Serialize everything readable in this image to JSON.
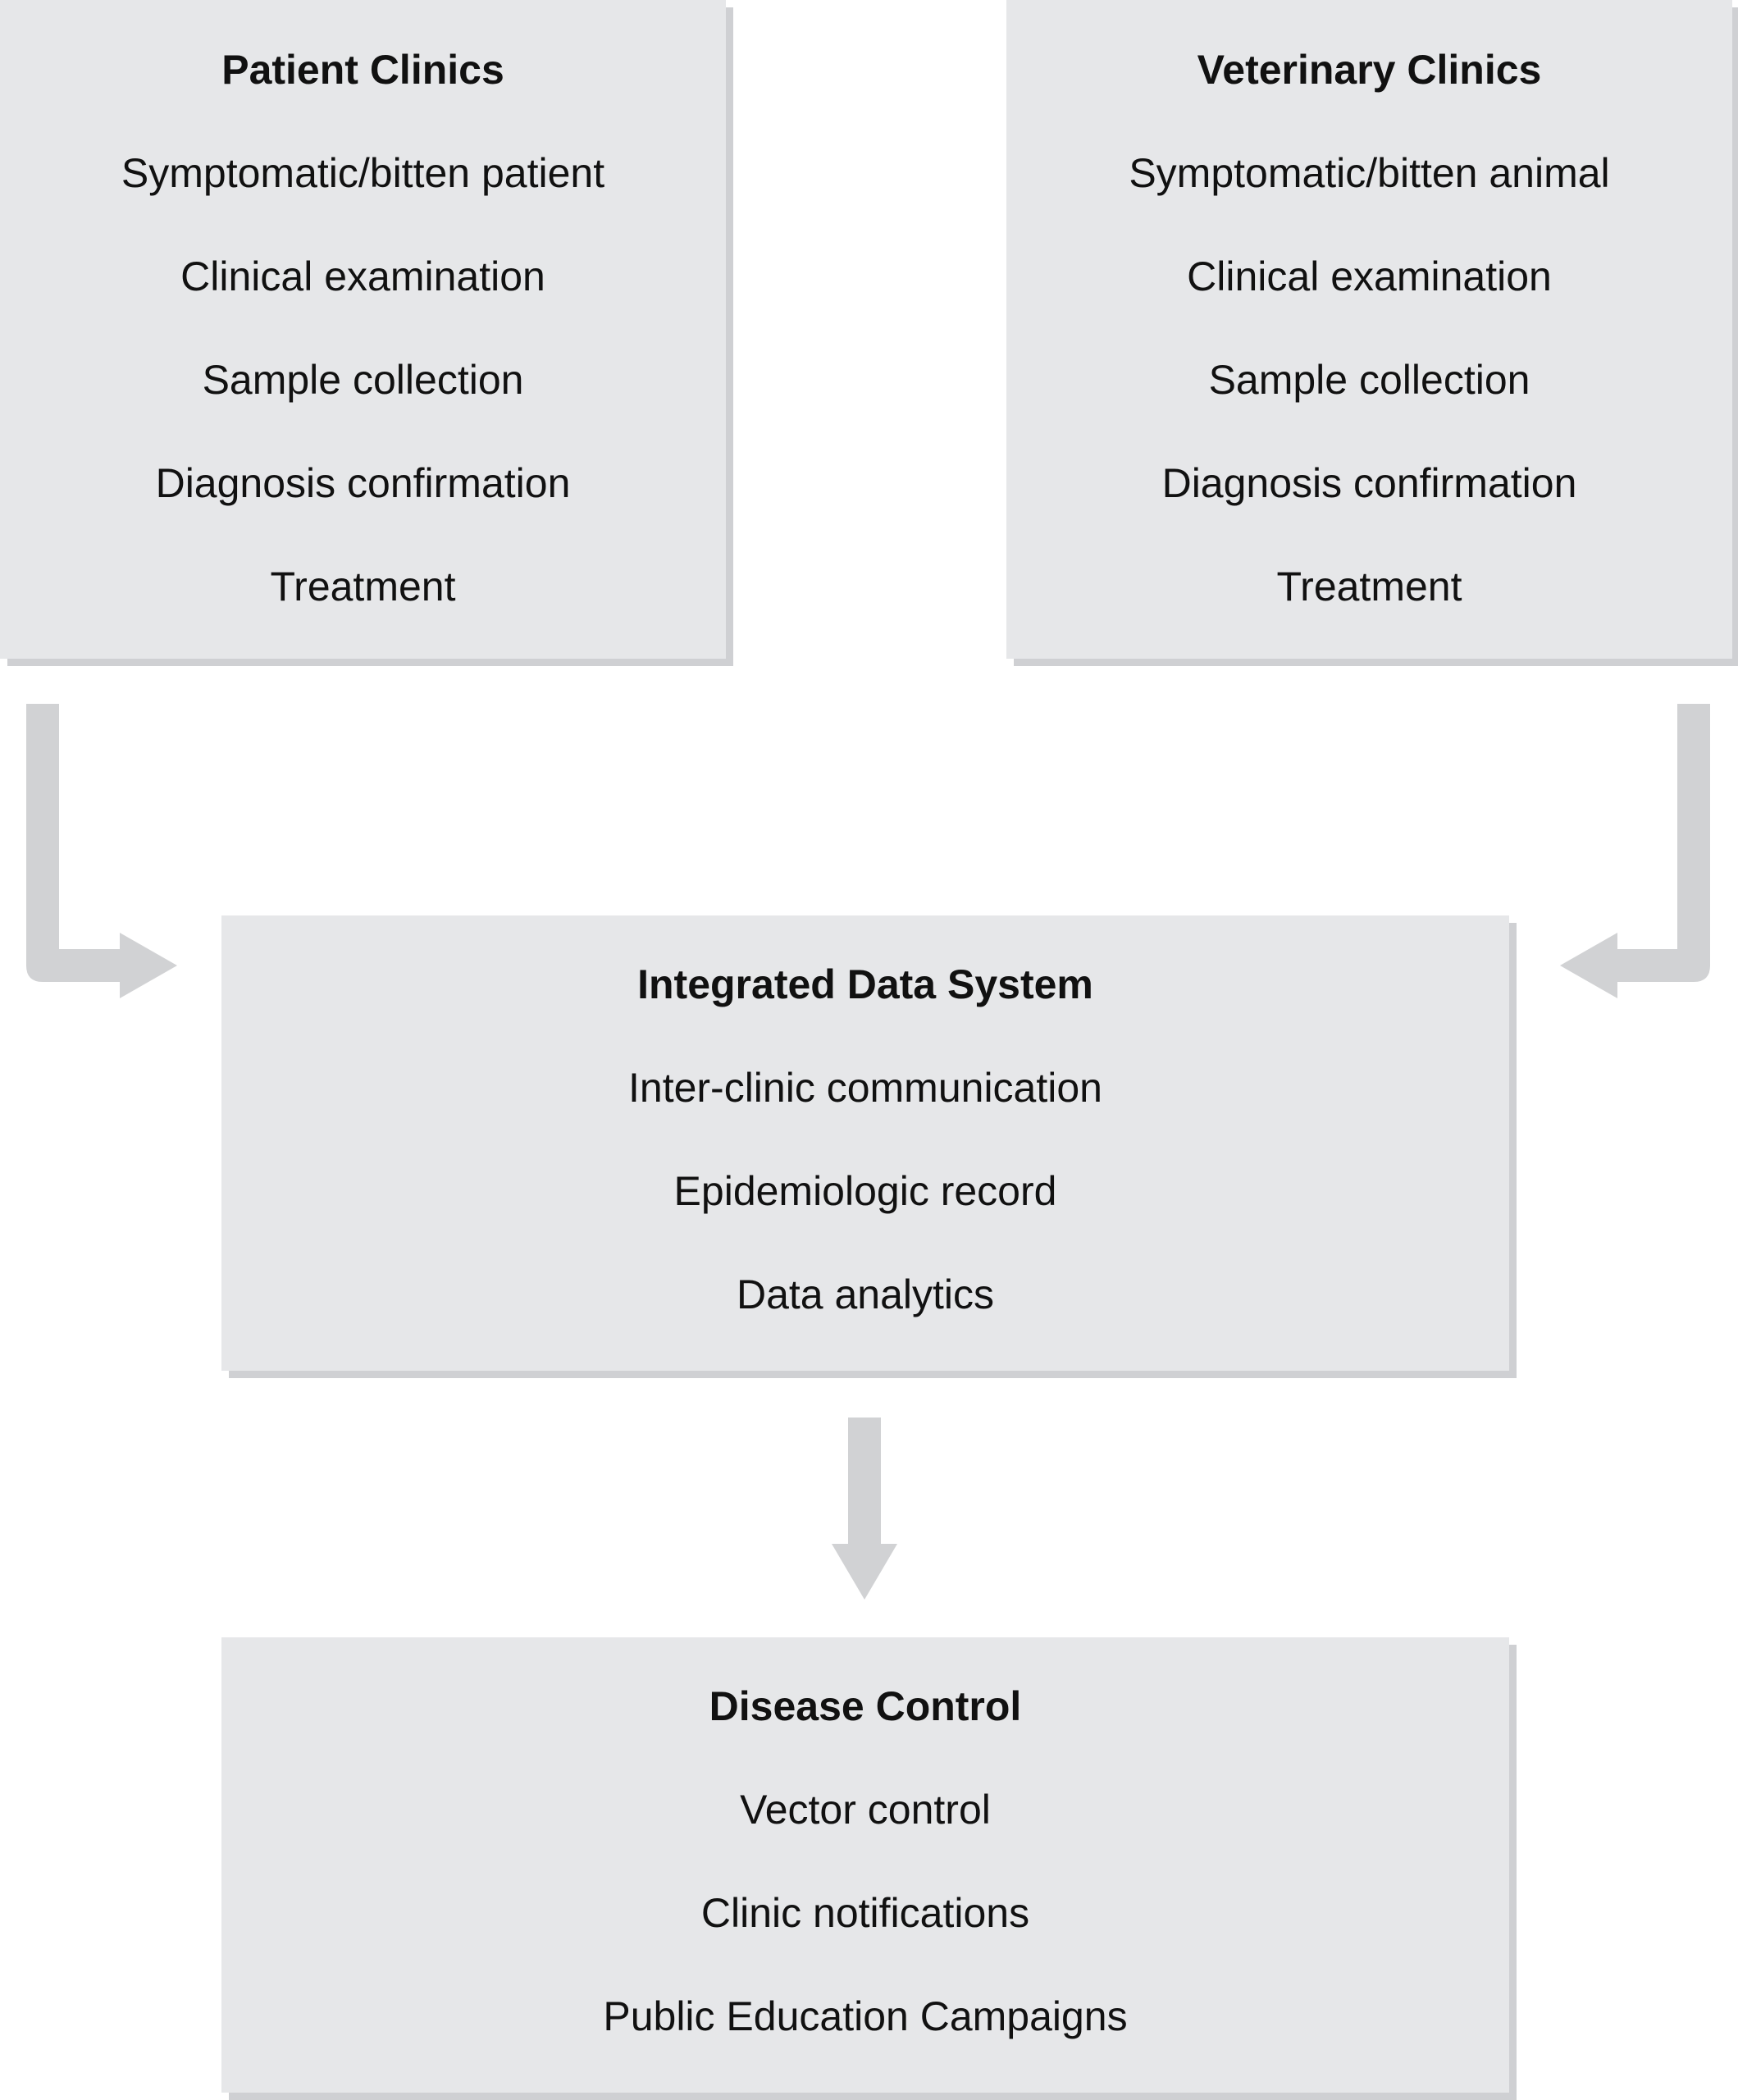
{
  "patient_clinics": {
    "title": "Patient Clinics",
    "items": [
      "Symptomatic/bitten patient",
      "Clinical examination",
      "Sample collection",
      "Diagnosis confirmation",
      "Treatment"
    ]
  },
  "veterinary_clinics": {
    "title": "Veterinary Clinics",
    "items": [
      "Symptomatic/bitten animal",
      "Clinical examination",
      "Sample collection",
      "Diagnosis confirmation",
      "Treatment"
    ]
  },
  "integrated_data_system": {
    "title": "Integrated Data System",
    "items": [
      "Inter-clinic communication",
      "Epidemiologic record",
      "Data analytics"
    ]
  },
  "disease_control": {
    "title": "Disease Control",
    "items": [
      "Vector control",
      "Clinic notifications",
      "Public Education Campaigns"
    ]
  },
  "colors": {
    "box_fill": "#e6e7e9",
    "box_shadow": "#cfd0d3",
    "arrow": "#d1d2d4",
    "text": "#111111"
  }
}
